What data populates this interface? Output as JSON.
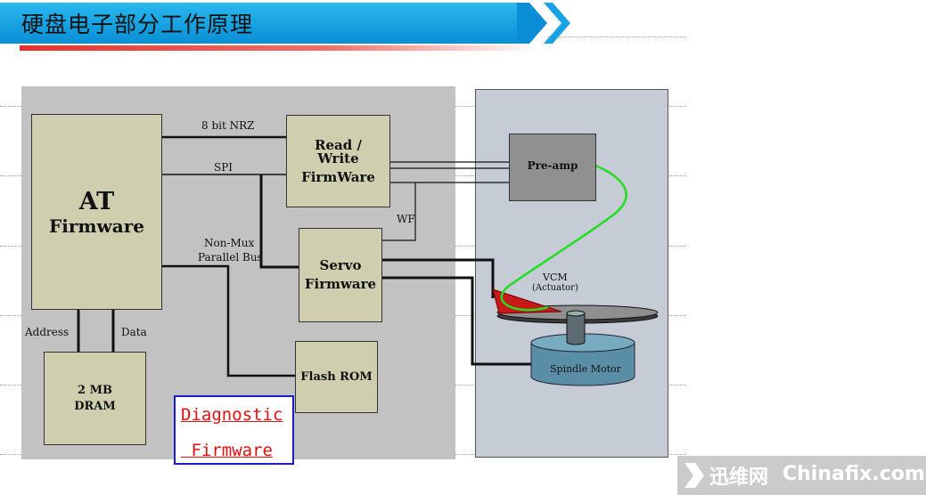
{
  "slide": {
    "title": "硬盘电子部分工作原理"
  },
  "blocks": {
    "at_firmware": {
      "line1": "AT",
      "line2": "Firmware"
    },
    "read_write": {
      "line1": "Read /",
      "line2": "Write",
      "line3": "FirmWare"
    },
    "servo": {
      "line1": "Servo",
      "line2": "Firmware"
    },
    "dram": {
      "line1": "2 MB",
      "line2": "DRAM"
    },
    "flash_rom": "Flash ROM",
    "pre_amp": "Pre-amp",
    "vcm": {
      "line1": "VCM",
      "line2": "(Actuator)"
    },
    "spindle_motor": "Spindle Motor"
  },
  "signals": {
    "nrz": "8 bit NRZ",
    "spi": "SPI",
    "wf": "WF",
    "nonmux_1": "Non-Mux",
    "nonmux_2": "Parallel Bus",
    "address": "Address",
    "data": "Data"
  },
  "diagnostic": {
    "line1": "Diagnostic",
    "line2": " Firmware"
  },
  "watermark": {
    "cn": "迅维网",
    "en": "Chinafix.com"
  },
  "colors": {
    "title_bar": "#1aa3e4",
    "accent_red": "#e8302b",
    "box_fill": "#cfcfb0",
    "panel_gray": "#c2c2c2",
    "diag_border": "#1a1ad0",
    "diag_text": "#e01010",
    "head_path": "#22dd22"
  }
}
